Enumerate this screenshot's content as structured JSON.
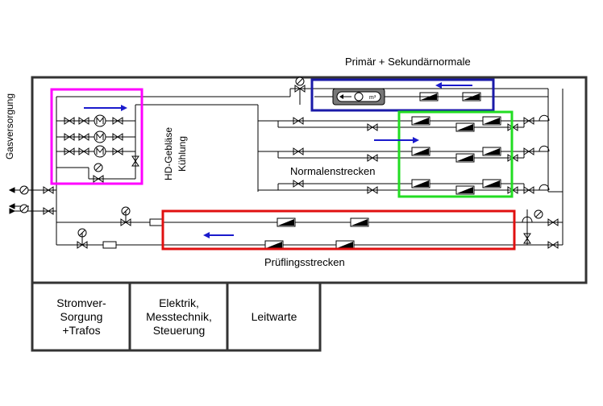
{
  "labels": {
    "primary_secondary": "Primär + Sekundärnormale",
    "gas_supply": "Gasversorgung",
    "hd_blower_line1": "HD-Gebläse",
    "hd_blower_line2": "Kühlung",
    "normal_lines": "Normalenstrecken",
    "test_lines": "Prüflingsstrecken",
    "meter_symbol": "m³"
  },
  "rooms": [
    {
      "lines": [
        "Stromver-",
        "Sorgung",
        "+Trafos"
      ]
    },
    {
      "lines": [
        "Elektrik,",
        "Messtechnik,",
        "Steuerung"
      ]
    },
    {
      "lines": [
        "Leitwarte"
      ]
    }
  ],
  "colors": {
    "highlight_magenta": "#ff00ff",
    "highlight_blue": "#1a1aa8",
    "highlight_green": "#22dd22",
    "highlight_red": "#e01010",
    "flow_arrow": "#1a1acc",
    "building_outline": "#333333"
  }
}
